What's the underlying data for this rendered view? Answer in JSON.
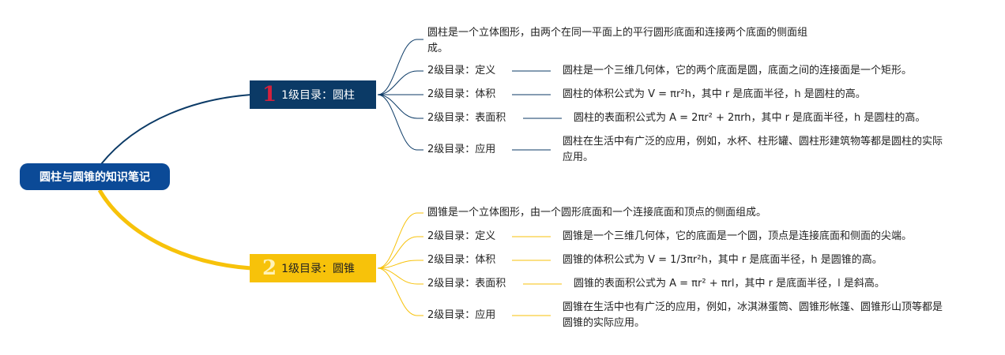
{
  "root": {
    "title": "圆柱与圆锥的知识笔记"
  },
  "colors": {
    "root": "#0b4a97",
    "branch1": "#0b3a66",
    "branch1_num": "#d4213d",
    "branch2": "#f7c20a"
  },
  "branches": [
    {
      "number": "1",
      "title": "1级目录：圆柱",
      "summary": "圆柱是一个立体图形，由两个在同一平面上的平行圆形底面和连接两个底面的侧面组成。",
      "items": [
        {
          "label": "2级目录：定义",
          "text": "圆柱是一个三维几何体，它的两个底面是圆，底面之间的连接面是一个矩形。"
        },
        {
          "label": "2级目录：体积",
          "text": "圆柱的体积公式为 V = πr²h，其中 r 是底面半径，h 是圆柱的高。"
        },
        {
          "label": "2级目录：表面积",
          "text": "圆柱的表面积公式为 A = 2πr² + 2πrh，其中 r 是底面半径，h 是圆柱的高。"
        },
        {
          "label": "2级目录：应用",
          "text": "圆柱在生活中有广泛的应用，例如，水杯、柱形罐、圆柱形建筑物等都是圆柱的实际应用。"
        }
      ]
    },
    {
      "number": "2",
      "title": "1级目录：圆锥",
      "summary": "圆锥是一个立体图形，由一个圆形底面和一个连接底面和顶点的侧面组成。",
      "items": [
        {
          "label": "2级目录：定义",
          "text": "圆锥是一个三维几何体，它的底面是一个圆，顶点是连接底面和侧面的尖端。"
        },
        {
          "label": "2级目录：体积",
          "text": "圆锥的体积公式为 V = 1/3πr²h，其中 r 是底面半径，h 是圆锥的高。"
        },
        {
          "label": "2级目录：表面积",
          "text": "圆锥的表面积公式为 A = πr² + πrl，其中 r 是底面半径，l 是斜高。"
        },
        {
          "label": "2级目录：应用",
          "text": "圆锥在生活中也有广泛的应用，例如，冰淇淋蛋筒、圆锥形帐篷、圆锥形山顶等都是圆锥的实际应用。"
        }
      ]
    }
  ]
}
